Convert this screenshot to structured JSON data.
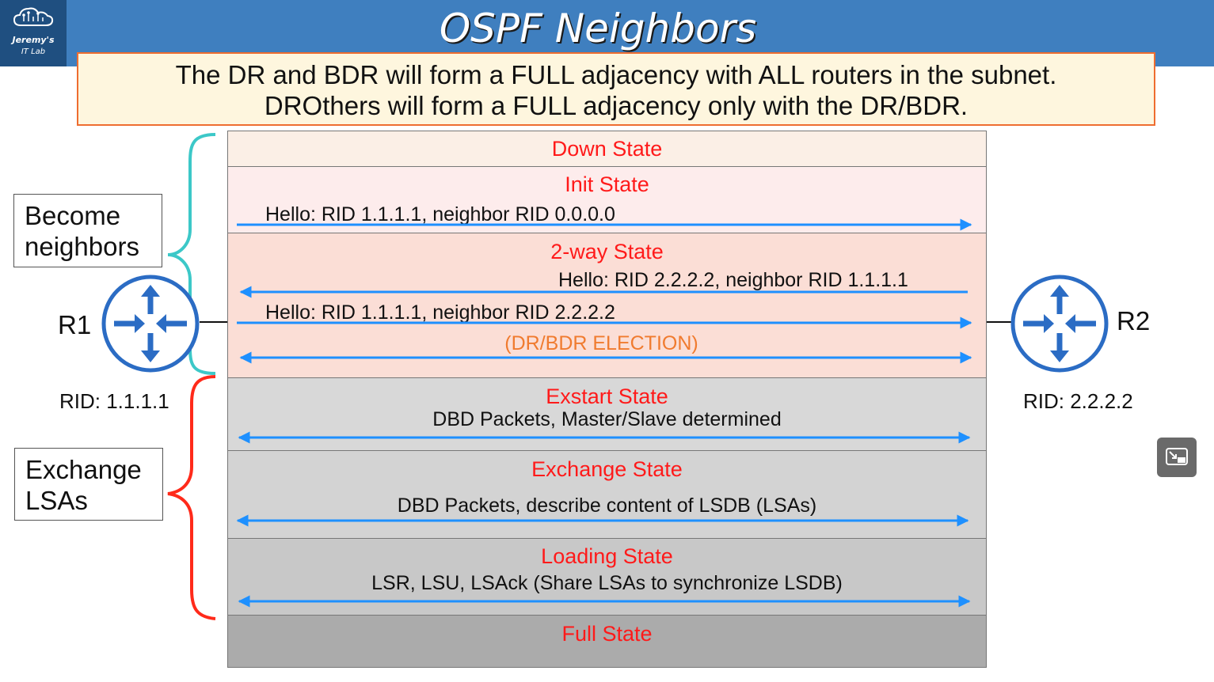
{
  "header": {
    "title": "OSPF Neighbors",
    "logo_line1": "Jeremy's",
    "logo_line2": "IT Lab"
  },
  "callout": {
    "line1": "The DR and BDR will form a FULL adjacency with ALL routers in the subnet.",
    "line2": "DROthers will form a FULL adjacency only with the DR/BDR."
  },
  "groups": {
    "become_neighbors": "Become neighbors",
    "exchange_lsas": "Exchange LSAs"
  },
  "routers": {
    "r1": {
      "name": "R1",
      "rid": "RID: 1.1.1.1"
    },
    "r2": {
      "name": "R2",
      "rid": "RID: 2.2.2.2"
    }
  },
  "states": {
    "down": "Down State",
    "init": "Init State",
    "twoway": "2-way State",
    "exstart": "Exstart State",
    "exchange": "Exchange State",
    "loading": "Loading State",
    "full": "Full State"
  },
  "messages": {
    "init_hello": "Hello: RID 1.1.1.1, neighbor RID 0.0.0.0",
    "twoway_hello_r2": "Hello: RID 2.2.2.2, neighbor RID 1.1.1.1",
    "twoway_hello_r1": "Hello: RID 1.1.1.1, neighbor RID 2.2.2.2",
    "election": "(DR/BDR ELECTION)",
    "exstart_desc": "DBD Packets, Master/Slave determined",
    "exchange_desc": "DBD Packets, describe content of LSDB (LSAs)",
    "loading_desc": "LSR, LSU, LSAck (Share LSAs to synchronize LSDB)"
  },
  "colors": {
    "header": "#3f7fbf",
    "state_text": "#ff1a1a",
    "arrow": "#1e90ff",
    "router": "#2b6cc4",
    "brace_neighbors": "#3cc8c8",
    "brace_lsas": "#ff2a1a",
    "election_text": "#f07b2f"
  },
  "icons": {
    "router": "router-icon",
    "logo": "cloud-circuit-logo-icon",
    "pip": "picture-in-picture-icon"
  }
}
